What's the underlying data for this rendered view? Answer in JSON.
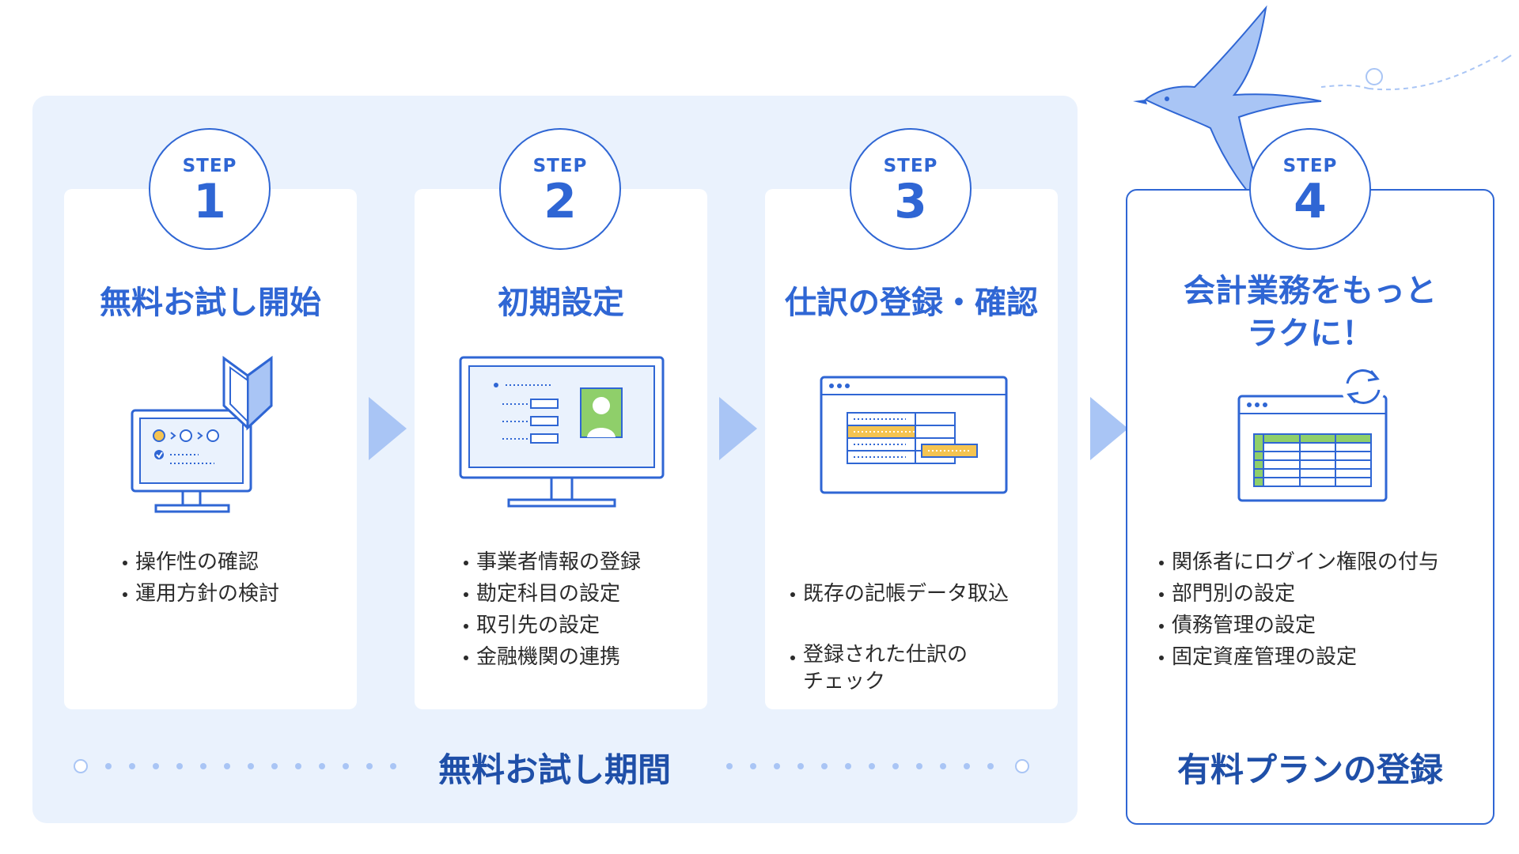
{
  "steps": [
    {
      "step_label": "STEP",
      "number": "1",
      "title": "無料お試し開始",
      "items": [
        "操作性の確認",
        "運用方針の検討"
      ]
    },
    {
      "step_label": "STEP",
      "number": "2",
      "title": "初期設定",
      "items": [
        "事業者情報の登録",
        "勘定科目の設定",
        "取引先の設定",
        "金融機関の連携"
      ]
    },
    {
      "step_label": "STEP",
      "number": "3",
      "title": "仕訳の登録・確認",
      "items": [
        "既存の記帳データ取込",
        "登録された仕訳の\nチェック"
      ]
    },
    {
      "step_label": "STEP",
      "number": "4",
      "title_line1": "会計業務をもっと",
      "title_line2": "ラクに！",
      "items": [
        "関係者にログイン権限の付与",
        "部門別の設定",
        "債務管理の設定",
        "固定資産管理の設定"
      ]
    }
  ],
  "trial_period_label": "無料お試し期間",
  "paid_plan_label": "有料プランの登録",
  "icons": [
    "beginner-mark-icon",
    "monitor-icon",
    "profile-form-icon",
    "journal-table-icon",
    "spreadsheet-sync-icon",
    "swallow-icon",
    "triangle-arrow-icon"
  ],
  "colors": {
    "primary": "#2f66d4",
    "dark_text": "#1f4fa8",
    "trial_background": "#eaf2fd",
    "arrow": "#a9c5f5",
    "accent_yellow": "#f5c451",
    "accent_green": "#8fcf6a"
  }
}
